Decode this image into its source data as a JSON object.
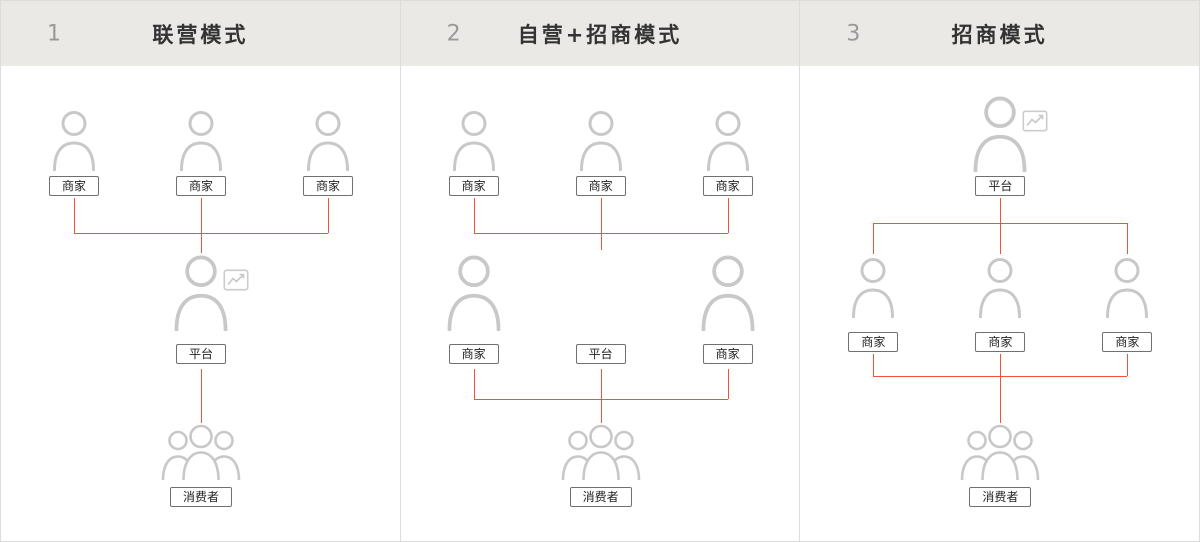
{
  "colors": {
    "connector": "#f4503a",
    "icon": "#c8c8c8",
    "header_bg": "#eae9e6",
    "header_number": "#999999",
    "header_title": "#333333",
    "box_border": "#707070",
    "divider": "#dcdcdc"
  },
  "columns": [
    {
      "number": "1",
      "title": "联营模式",
      "top_row": [
        "商家",
        "商家",
        "商家"
      ],
      "middle_row": [
        "平台"
      ],
      "bottom": "消费者"
    },
    {
      "number": "2",
      "title": "自营+招商模式",
      "top_row": [
        "商家",
        "商家",
        "商家"
      ],
      "middle_row": [
        "商家",
        "平台",
        "商家"
      ],
      "bottom": "消费者"
    },
    {
      "number": "3",
      "title": "招商模式",
      "top": "平台",
      "middle_row": [
        "商家",
        "商家",
        "商家"
      ],
      "bottom": "消费者"
    }
  ]
}
